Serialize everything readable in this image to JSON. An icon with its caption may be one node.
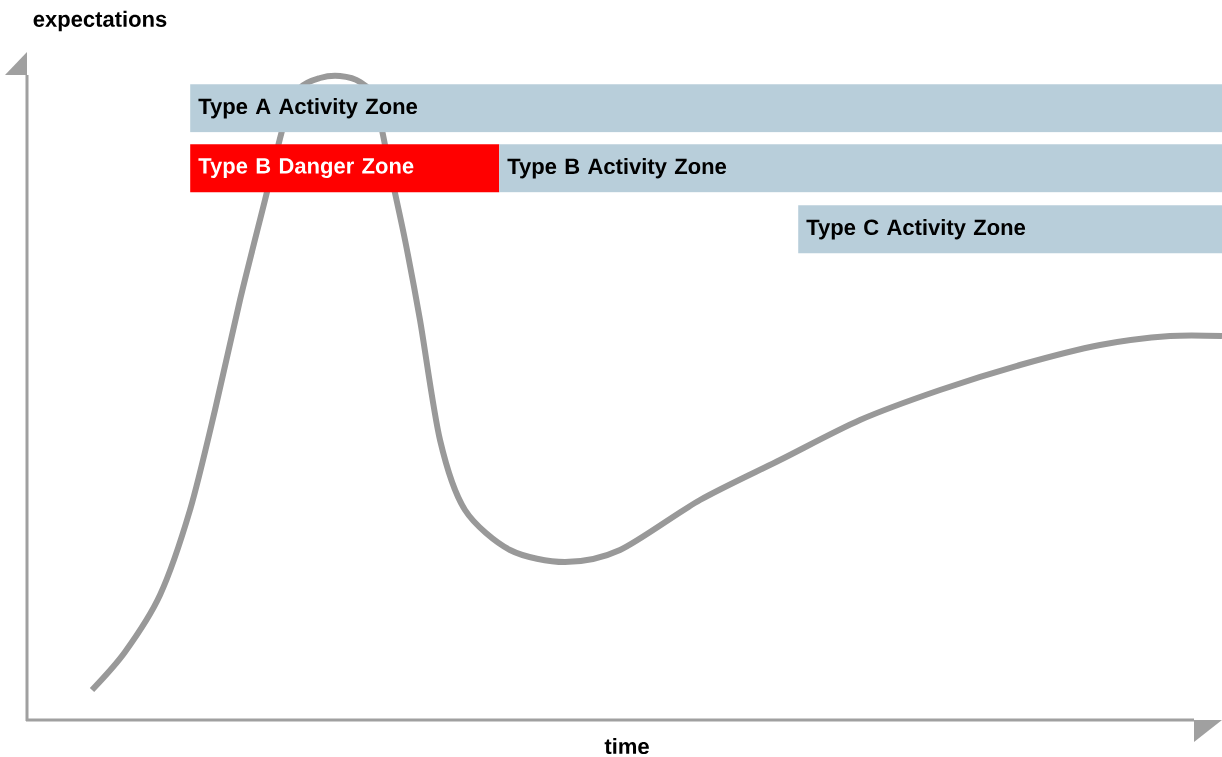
{
  "diagram": {
    "nodes": [
      {
        "text": [
          "Type A Activity Zone"
        ]
      },
      {
        "text": [
          "Type B Danger Zone"
        ]
      },
      {
        "text": [
          "Type B Activity Zone"
        ]
      },
      {
        "text": [
          "Type C Activity Zone"
        ]
      }
    ],
    "labels": [
      "expectations",
      "time"
    ]
  }
}
